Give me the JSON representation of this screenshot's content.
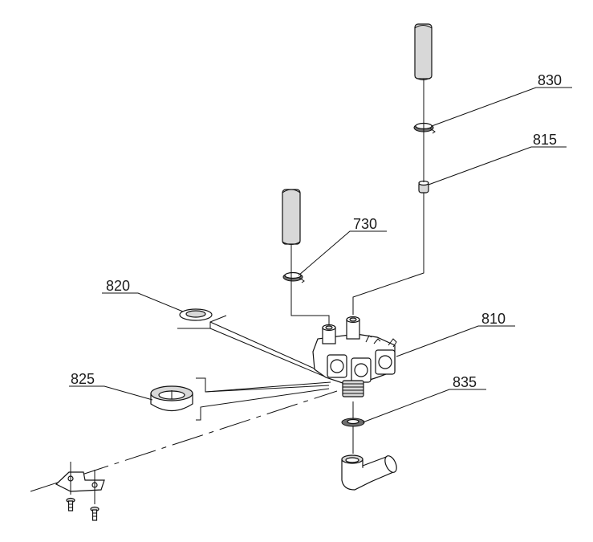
{
  "parts": {
    "p830": "830",
    "p815": "815",
    "p730": "730",
    "p820": "820",
    "p810": "810",
    "p825": "825",
    "p835": "835"
  }
}
